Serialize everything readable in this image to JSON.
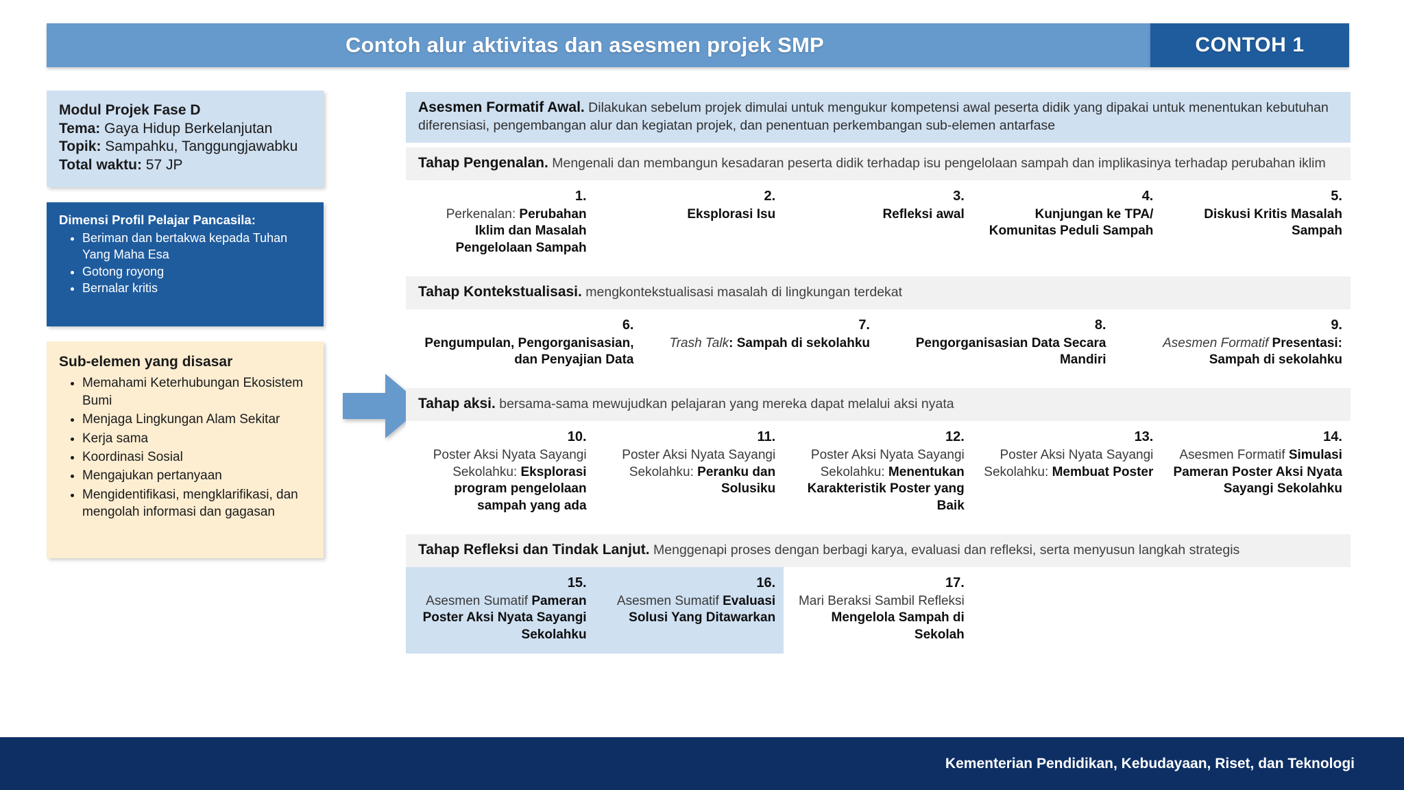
{
  "header": {
    "title": "Contoh alur aktivitas dan asesmen projek SMP",
    "badge": "CONTOH 1"
  },
  "sidebar": {
    "module_card": {
      "title": "Modul Projek Fase D",
      "tema_label": "Tema:",
      "tema_value": "Gaya Hidup Berkelanjutan",
      "topik_label": "Topik:",
      "topik_value": "Sampahku, Tanggungjawabku",
      "waktu_label": "Total waktu:",
      "waktu_value": "57 JP"
    },
    "dimensi_card": {
      "title": "Dimensi Profil Pelajar Pancasila:",
      "items": [
        "Beriman dan bertakwa kepada Tuhan Yang Maha Esa",
        "Gotong royong",
        "Bernalar kritis"
      ]
    },
    "subelemen_card": {
      "title": "Sub-elemen yang disasar",
      "items": [
        "Memahami Keterhubungan Ekosistem Bumi",
        "Menjaga Lingkungan Alam Sekitar",
        "Kerja sama",
        "Koordinasi Sosial",
        "Mengajukan pertanyaan",
        "Mengidentifikasi, mengklarifikasi, dan mengolah informasi dan gagasan"
      ]
    }
  },
  "flow": {
    "initial_band": {
      "title": "Asesmen Formatif Awal.",
      "desc": " Dilakukan sebelum projek dimulai untuk mengukur kompetensi awal peserta didik yang dipakai untuk menentukan kebutuhan diferensiasi, pengembangan alur dan kegiatan projek, dan penentuan perkembangan sub-elemen antarfase"
    },
    "stages": [
      {
        "title": "Tahap Pengenalan.",
        "desc": " Mengenali dan membangun kesadaran peserta didik terhadap isu pengelolaan sampah dan implikasinya terhadap perubahan iklim",
        "activities": [
          {
            "num": "1.",
            "lines": [
              {
                "t": "Perkenalan: ",
                "s": "light"
              },
              {
                "t": "Perubahan Iklim dan Masalah Pengelolaan Sampah",
                "s": "strong"
              }
            ]
          },
          {
            "num": "2.",
            "lines": [
              {
                "t": "Eksplorasi Isu",
                "s": "strong"
              }
            ]
          },
          {
            "num": "3.",
            "lines": [
              {
                "t": "Refleksi awal",
                "s": "strong"
              }
            ]
          },
          {
            "num": "4.",
            "lines": [
              {
                "t": "Kunjungan ke TPA/ Komunitas Peduli Sampah",
                "s": "strong"
              }
            ]
          },
          {
            "num": "5.",
            "lines": [
              {
                "t": "Diskusi Kritis Masalah Sampah",
                "s": "strong"
              }
            ]
          }
        ]
      },
      {
        "title": "Tahap Kontekstualisasi.",
        "desc": " mengkontekstualisasi masalah di lingkungan terdekat",
        "activities": [
          {
            "num": "6.",
            "lines": [
              {
                "t": "Pengumpulan, Pengorganisasian, dan Penyajian Data",
                "s": "strong"
              }
            ]
          },
          {
            "num": "7.",
            "lines": [
              {
                "t": "Trash Talk",
                "s": "ital"
              },
              {
                "t": ": Sampah di sekolahku",
                "s": "strong"
              }
            ]
          },
          {
            "num": "8.",
            "lines": [
              {
                "t": "Pengorganisasian Data Secara Mandiri",
                "s": "strong"
              }
            ]
          },
          {
            "num": "9.",
            "lines": [
              {
                "t": "Asesmen Formatif ",
                "s": "ital"
              },
              {
                "t": "Presentasi: Sampah di sekolahku",
                "s": "strong"
              }
            ]
          }
        ]
      },
      {
        "title": "Tahap aksi.",
        "desc": " bersama-sama mewujudkan pelajaran yang mereka dapat melalui aksi nyata",
        "activities": [
          {
            "num": "10.",
            "lines": [
              {
                "t": "Poster Aksi Nyata Sayangi Sekolahku: ",
                "s": "light"
              },
              {
                "t": "Eksplorasi program pengelolaan sampah yang ada",
                "s": "strong"
              }
            ]
          },
          {
            "num": "11.",
            "lines": [
              {
                "t": "Poster Aksi Nyata Sayangi Sekolahku: ",
                "s": "light"
              },
              {
                "t": "Peranku dan Solusiku",
                "s": "strong"
              }
            ]
          },
          {
            "num": "12.",
            "lines": [
              {
                "t": "Poster Aksi Nyata Sayangi Sekolahku: ",
                "s": "light"
              },
              {
                "t": "Menentukan Karakteristik Poster yang Baik",
                "s": "strong"
              }
            ]
          },
          {
            "num": "13.",
            "lines": [
              {
                "t": "Poster Aksi Nyata Sayangi Sekolahku: ",
                "s": "light"
              },
              {
                "t": "Membuat Poster",
                "s": "strong"
              }
            ]
          },
          {
            "num": "14.",
            "lines": [
              {
                "t": "Asesmen Formatif ",
                "s": "light"
              },
              {
                "t": "Simulasi Pameran Poster Aksi Nyata Sayangi Sekolahku",
                "s": "strong"
              }
            ]
          }
        ]
      },
      {
        "title": "Tahap Refleksi dan Tindak Lanjut.",
        "desc": " Menggenapi proses dengan berbagi karya, evaluasi dan refleksi, serta menyusun langkah strategis",
        "activities": [
          {
            "num": "15.",
            "highlight": true,
            "lines": [
              {
                "t": "Asesmen Sumatif ",
                "s": "light"
              },
              {
                "t": "Pameran Poster Aksi Nyata Sayangi Sekolahku",
                "s": "strong"
              }
            ]
          },
          {
            "num": "16.",
            "highlight": true,
            "lines": [
              {
                "t": "Asesmen Sumatif ",
                "s": "light"
              },
              {
                "t": "Evaluasi Solusi Yang Ditawarkan",
                "s": "strong"
              }
            ]
          },
          {
            "num": "17.",
            "highlight": false,
            "lines": [
              {
                "t": "Mari Beraksi Sambil Refleksi ",
                "s": "light"
              },
              {
                "t": "Mengelola Sampah di Sekolah",
                "s": "strong"
              }
            ]
          }
        ]
      }
    ]
  },
  "footer": {
    "text": "Kementerian Pendidikan, Kebudayaan, Riset, dan Teknologi"
  },
  "colors": {
    "header_bar": "#6699cc",
    "header_badge": "#1f5c9e",
    "light_blue": "#cfe0f1",
    "dark_blue": "#1f5c9e",
    "cream": "#fdeed2",
    "band_grey": "#f1f1f1",
    "footer": "#0d2f64",
    "arrow": "#6699cc"
  }
}
